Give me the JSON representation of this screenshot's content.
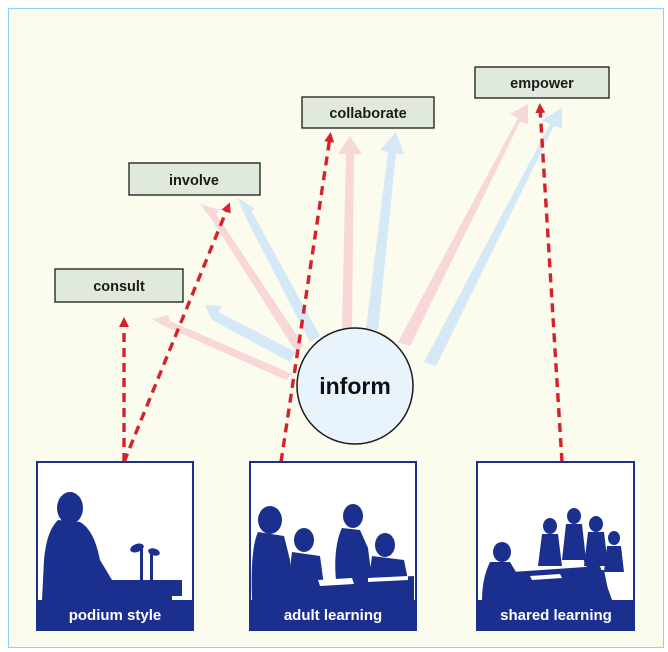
{
  "hub": {
    "label": "inform"
  },
  "stages": {
    "consult": "consult",
    "involve": "involve",
    "collaborate": "collaborate",
    "empower": "empower"
  },
  "panels": {
    "podium": "podium style",
    "adult": "adult learning",
    "shared": "shared learning"
  },
  "colors": {
    "frame_border": "#8fd3ee",
    "background": "#fbfbee",
    "stage_box": "#dfe9dc",
    "panel_fill": "#1b2f8f",
    "hub_fill": "#e8f3fb",
    "dashed_arrow": "#d6212a",
    "pink_arrow": "#f8cfd0",
    "blue_arrow": "#cfe6f6"
  },
  "icons": {
    "podium": "speaker-at-podium-icon",
    "adult": "people-around-table-icon",
    "shared": "group-meeting-icon"
  }
}
